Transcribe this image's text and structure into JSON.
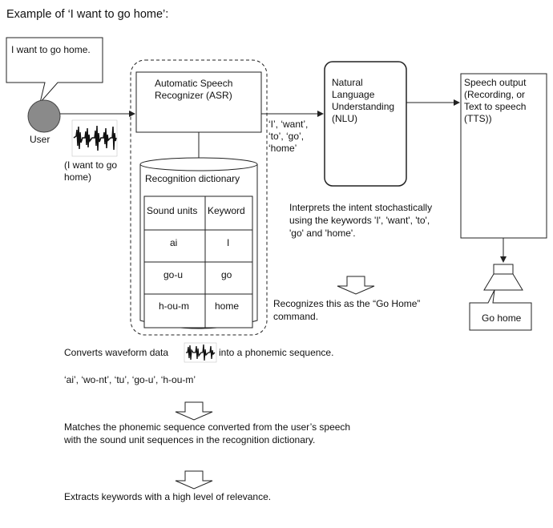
{
  "title": "Example of ‘I want to go home’:",
  "user": {
    "speech_bubble": "I want to go home.",
    "label": "User",
    "waveform_caption_line1": "(I want to go",
    "waveform_caption_line2": "home)"
  },
  "asr": {
    "title_line1": "Automatic Speech",
    "title_line2": "Recognizer (ASR)",
    "dictionary_title": "Recognition dictionary",
    "table_headers": [
      "Sound units",
      "Keyword"
    ],
    "table_rows": [
      [
        "ai",
        "I"
      ],
      [
        "go-u",
        "go"
      ],
      [
        "h-ou-m",
        "home"
      ]
    ]
  },
  "keywords_flow": [
    "‘I’, ‘want’,",
    "‘to’, ‘go’,",
    "‘home’"
  ],
  "nlu": {
    "title_lines": [
      "Natural",
      "Language",
      "Understanding",
      "(NLU)"
    ],
    "note_lines": [
      "Interprets the intent stochastically",
      "using the keywords 'I', 'want', 'to',",
      "'go' and 'home'."
    ],
    "result_lines": [
      "Recognizes this as the “Go Home”",
      "command."
    ]
  },
  "speech_output": {
    "title_lines": [
      "Speech output",
      "(Recording, or",
      "Text to speech",
      "(TTS))"
    ],
    "speaker_bubble": "Go home"
  },
  "steps": {
    "convert_prefix": "Converts waveform data",
    "convert_suffix": "into a phonemic sequence.",
    "phonemes": "‘ai’, ‘wo-nt’, ‘tu’, ‘go-u’, ‘h-ou-m’",
    "match_line1": "Matches the phonemic sequence converted from the user’s speech",
    "match_line2": "with the sound unit sequences in the recognition dictionary.",
    "extract": "Extracts keywords with a high level of relevance."
  }
}
